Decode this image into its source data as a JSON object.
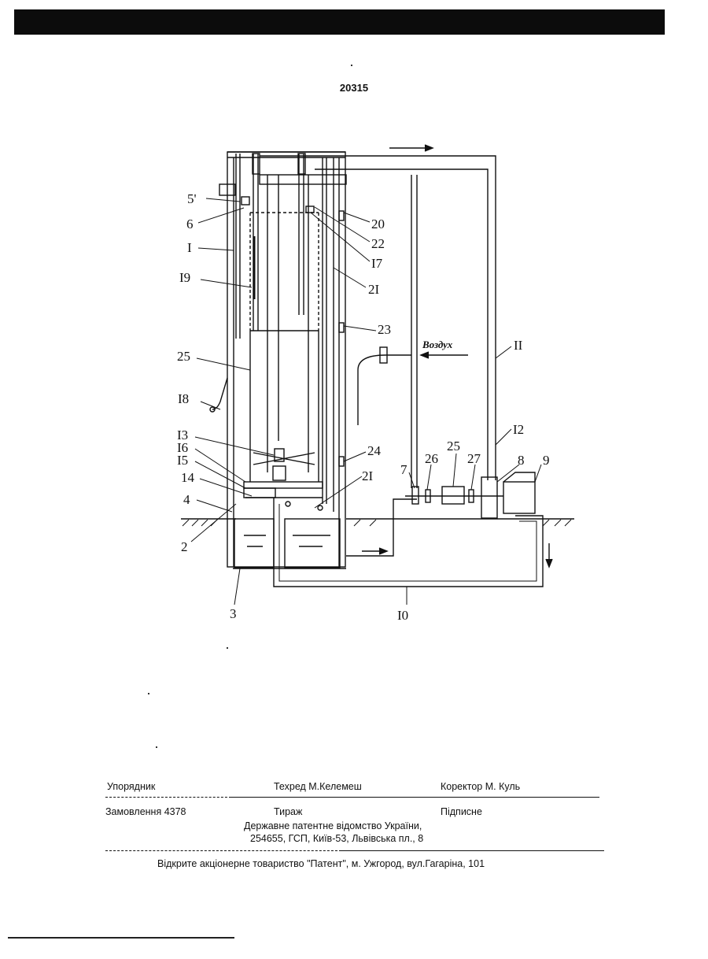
{
  "page_number": "20315",
  "drawing": {
    "labels": {
      "l5": "5'",
      "l6": "6",
      "l1": "I",
      "l19": "I9",
      "l25a": "25",
      "l18": "I8",
      "l13": "I3",
      "l16": "I6",
      "l15": "I5",
      "l14": "14",
      "l4": "4",
      "l2": "2",
      "l3": "3",
      "l10": "I0",
      "l20": "20",
      "l22": "22",
      "l17": "I7",
      "l21a": "2I",
      "l23": "23",
      "l11": "II",
      "l12": "I2",
      "l24": "24",
      "l21b": "2I",
      "l7": "7",
      "l26": "26",
      "l25b": "25",
      "l27": "27",
      "l8": "8",
      "l9": "9"
    },
    "air_label": "Воздух"
  },
  "footer": {
    "compiler": "Упорядник",
    "techred": "Техред М.Келемеш",
    "corrector": "Коректор М. Куль",
    "order": "Замовлення  4378",
    "circulation": "Тираж",
    "signed": "Підписне",
    "agency": "Державне  патентне  відомство  України,",
    "address": "254655, ГСП, Київ-53, Львівська пл., 8",
    "publisher": "Відкрите акціонерне товариство   \"Патент\", м. Ужгород, вул.Гагаріна, 101"
  }
}
